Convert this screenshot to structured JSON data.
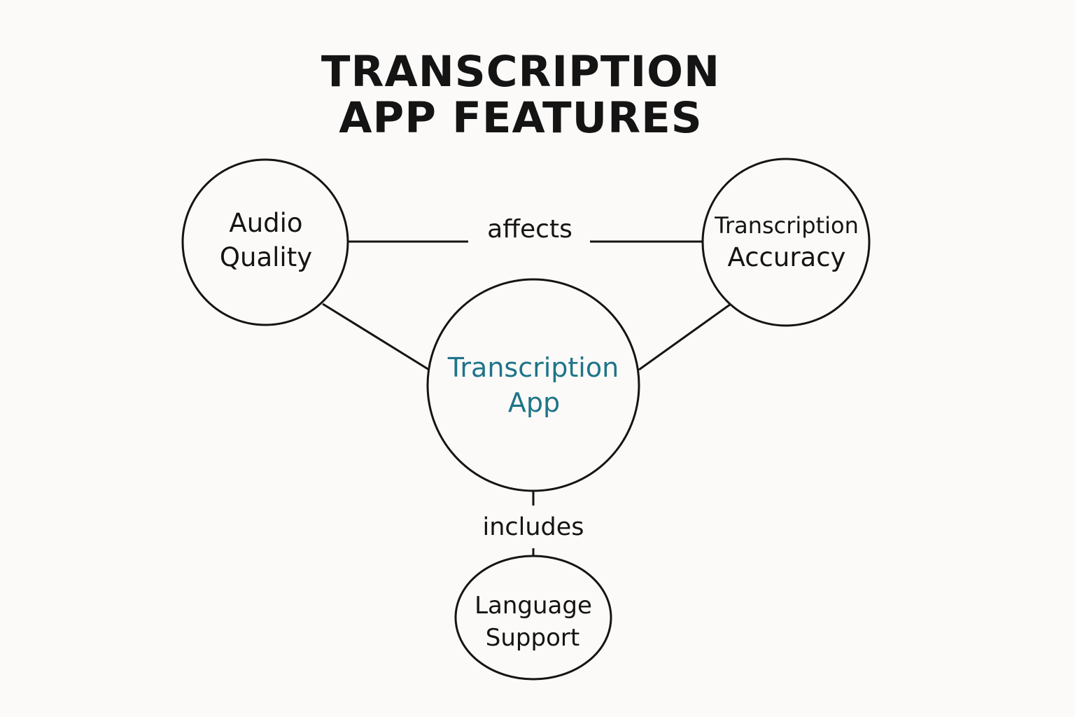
{
  "title": {
    "line1": "TRANSCRIPTION",
    "line2": "APP FEATURES"
  },
  "nodes": {
    "audio_quality": {
      "line1": "Audio",
      "line2": "Quality"
    },
    "transcription_accuracy": {
      "line1": "Transcription",
      "line2": "Accuracy"
    },
    "transcription_app": {
      "line1": "Transcription",
      "line2": "App"
    },
    "language_support": {
      "line1": "Language",
      "line2": "Support"
    }
  },
  "edges": {
    "affects": "affects",
    "includes": "includes"
  },
  "colors": {
    "background": "#fbfaf8",
    "stroke": "#141414",
    "accent_text": "#1f7489"
  }
}
